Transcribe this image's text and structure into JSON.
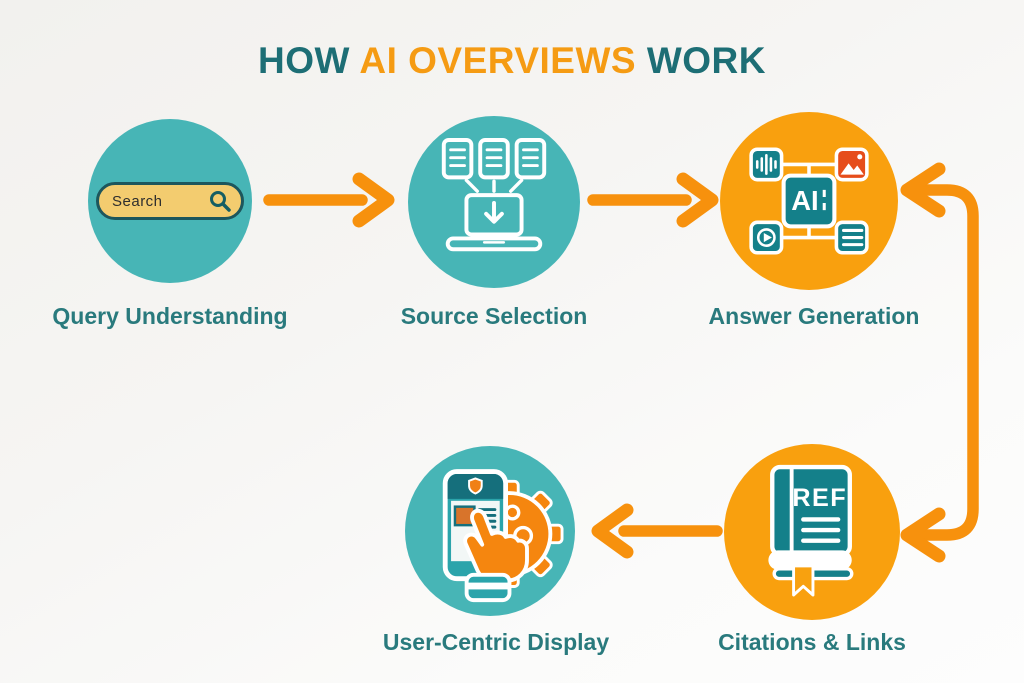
{
  "title": {
    "prefix": "HOW ",
    "highlight": "AI OVERVIEWS",
    "suffix": " WORK"
  },
  "palette": {
    "teal_circle": "#47B5B6",
    "orange_circle": "#F9A00E",
    "arrow_orange": "#F7910D",
    "title_teal": "#1D6E75",
    "title_orange": "#F59B13",
    "label_teal": "#297A7D",
    "icon_teal_dark": "#14808A",
    "search_pill_fill": "#F3CC6F",
    "accent_red": "#E64D1B",
    "background": "#F4F3F1"
  },
  "steps": [
    {
      "id": "query-understanding",
      "label": "Query Understanding",
      "circle_color": "teal",
      "icon": "search-bar-icon"
    },
    {
      "id": "source-selection",
      "label": "Source Selection",
      "circle_color": "teal",
      "icon": "documents-to-laptop-icon"
    },
    {
      "id": "answer-generation",
      "label": "Answer Generation",
      "circle_color": "orange",
      "icon": "ai-multimodal-chip-icon"
    },
    {
      "id": "citations-links",
      "label": "Citations & Links",
      "circle_color": "orange",
      "icon": "reference-book-icon"
    },
    {
      "id": "user-centric-display",
      "label": "User-Centric Display",
      "circle_color": "teal",
      "icon": "phone-touch-gear-icon"
    }
  ],
  "icon_texts": {
    "search": "Search",
    "ai_chip": "AI",
    "book": "REF"
  },
  "arrows": [
    {
      "id": "arrow-1",
      "from": "query-understanding",
      "to": "source-selection",
      "direction": "right"
    },
    {
      "id": "arrow-2",
      "from": "source-selection",
      "to": "answer-generation",
      "direction": "right"
    },
    {
      "id": "arrow-3",
      "from": "answer-generation",
      "to": "citations-links",
      "direction": "bracket-right-down",
      "heads": [
        "left-at-answer-generation",
        "left-at-citations-links"
      ]
    },
    {
      "id": "arrow-4",
      "from": "citations-links",
      "to": "user-centric-display",
      "direction": "left"
    }
  ]
}
